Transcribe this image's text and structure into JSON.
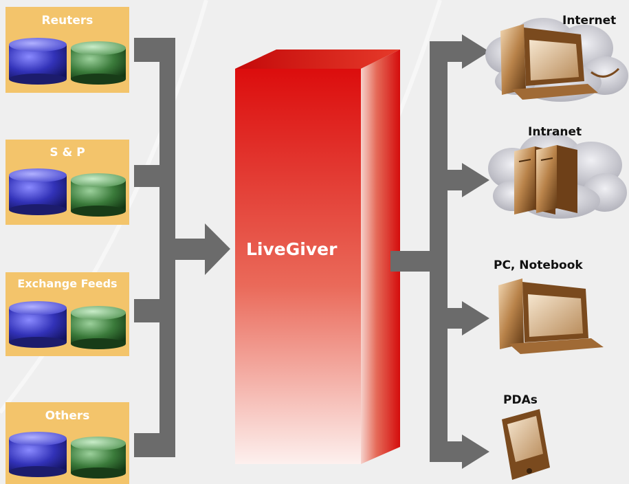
{
  "colors": {
    "background": "#efefef",
    "source_box": "#f3c46b",
    "connector": "#6b6b6b",
    "hub": "#dd1111",
    "db_blue": "#2b2ba8",
    "db_green": "#2f6b2f",
    "device_brown": "#8a5a2b",
    "cloud": "#c9c9cf"
  },
  "sources": [
    {
      "label": "Reuters",
      "icons": [
        "blue-database-icon",
        "green-database-icon"
      ]
    },
    {
      "label": "S & P",
      "icons": [
        "blue-database-icon",
        "green-database-icon"
      ]
    },
    {
      "label": "Exchange Feeds",
      "icons": [
        "blue-database-icon",
        "green-database-icon"
      ]
    },
    {
      "label": "Others",
      "icons": [
        "blue-database-icon",
        "green-database-icon"
      ]
    }
  ],
  "hub": {
    "label": "LiveGiver"
  },
  "destinations": [
    {
      "label": "Internet",
      "icon": "desktop-computer-cloud-icon"
    },
    {
      "label": "Intranet",
      "icon": "server-cloud-icon"
    },
    {
      "label": "PC, Notebook",
      "icon": "desktop-computer-icon"
    },
    {
      "label": "PDAs",
      "icon": "pda-icon"
    }
  ]
}
